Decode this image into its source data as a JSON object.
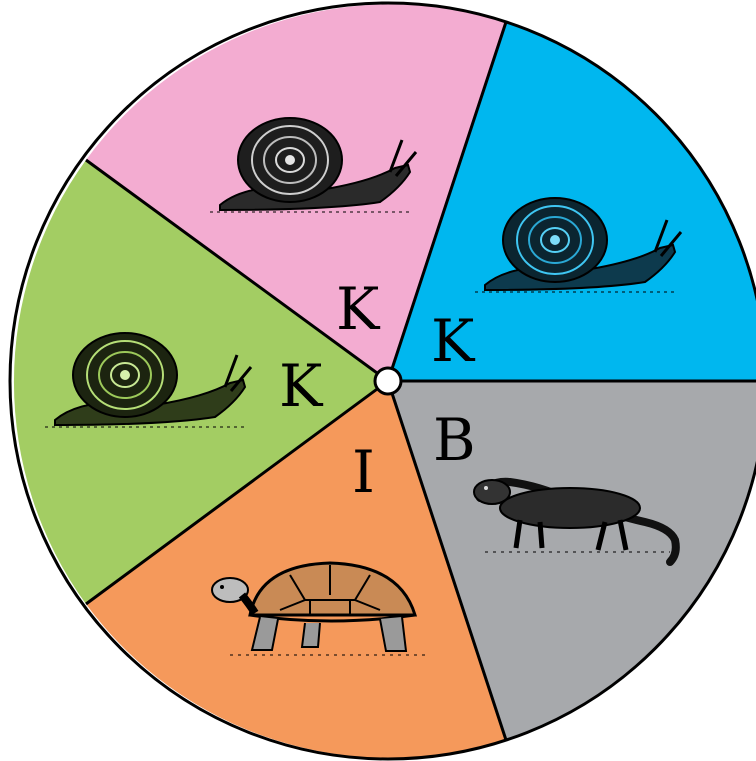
{
  "spinner": {
    "sectors": [
      {
        "id": "blue",
        "letter": "K",
        "animal": "snail",
        "color": "#00b7ef"
      },
      {
        "id": "gray",
        "letter": "B",
        "animal": "ferret",
        "color": "#a7a9ac"
      },
      {
        "id": "orange",
        "letter": "I",
        "animal": "tortoise",
        "color": "#f5995b"
      },
      {
        "id": "green",
        "letter": "K",
        "animal": "snail",
        "color": "#a3cd63"
      },
      {
        "id": "pink",
        "letter": "K",
        "animal": "snail",
        "color": "#f3acd1"
      }
    ],
    "outline_color": "#000000",
    "hub_color": "#ffffff"
  }
}
